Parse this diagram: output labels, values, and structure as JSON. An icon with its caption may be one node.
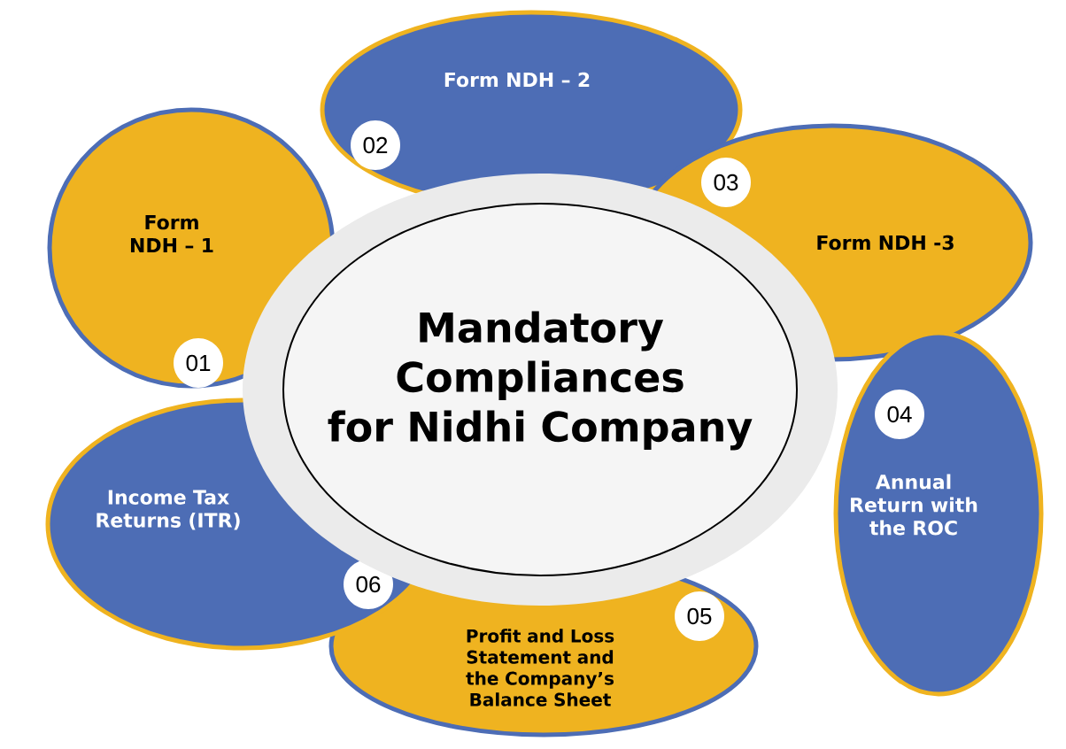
{
  "diagram": {
    "nodes": [
      {
        "text": [
          "Mandatory Compliances for Nidhi Company"
        ]
      },
      {
        "text": [
          "Form NDH – 1",
          "01"
        ]
      },
      {
        "text": [
          "Form NDH – 2",
          "02"
        ]
      },
      {
        "text": [
          "03",
          "Form NDH -3"
        ]
      },
      {
        "text": [
          "04",
          "Annual Return with the ROC"
        ]
      },
      {
        "text": [
          "05",
          "Profit and Loss Statement and the Company’s Balance Sheet"
        ]
      },
      {
        "text": [
          "Income Tax Returns (ITR)",
          "06"
        ]
      }
    ]
  }
}
